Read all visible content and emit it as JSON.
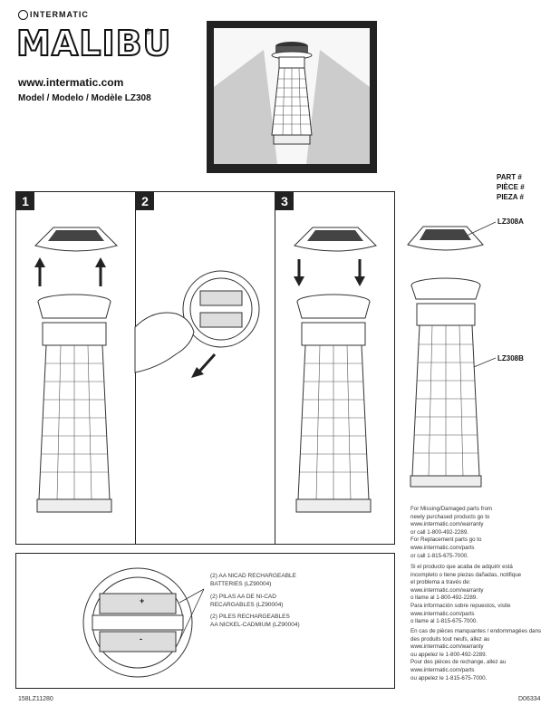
{
  "header": {
    "brand_small": "INTERMATIC",
    "brand_big": "MALIBU",
    "registered": "®",
    "url": "www.intermatic.com",
    "model_line": "Model / Modelo / Modèle  LZ308"
  },
  "steps": [
    "1",
    "2",
    "3"
  ],
  "parts": {
    "header_lines": [
      "PART #",
      "PIÈCE #",
      "PIEZA #"
    ],
    "items": [
      {
        "label": "LZ308A"
      },
      {
        "label": "LZ308B"
      }
    ]
  },
  "missing_parts_info": {
    "english": [
      "For Missing/Damaged parts from",
      "newly purchased products go to",
      "www.intermatic.com/warranty",
      "or call  1-800-492-2289.",
      "For Replacement parts go to",
      "www.intermatic.com/parts",
      "or call  1-815-675-7000."
    ],
    "spanish": [
      "Si el producto que acaba de adquirir está",
      "incompleto o tiene piezas dañadas, notifique",
      "el problema a través de:",
      "www.intermatic.com/warranty",
      "o llame al  1-800-492-2289.",
      "Para información sobre repuestos, visite",
      "www.intermatic.com/parts",
      "o llame al  1-815-675-7000."
    ],
    "french": [
      "En cas de pièces manquantes / endommagées dans",
      "des produits tout neufs, allez au",
      "www.intermatic.com/warranty",
      "ou appelez le    1-800-492-2289.",
      "Pour des pièces de rechange, allez au",
      "www.intermatic.com/parts",
      "ou appelez le    1-815-675-7000."
    ]
  },
  "battery": {
    "english": [
      "(2) AA NICAD RECHARGEABLE",
      "BATTERIES (LZ90004)"
    ],
    "spanish": [
      "(2) PILAS AA DE NI-CAD",
      "RECARGABLES (LZ90004)"
    ],
    "french": [
      "(2) PILES RECHARGEABLES",
      "AA NICKEL-CADMIUM (LZ90004)"
    ]
  },
  "battery_marks": [
    "+",
    "-"
  ],
  "footer": {
    "left": "158LZ11280",
    "right": "D06334"
  }
}
